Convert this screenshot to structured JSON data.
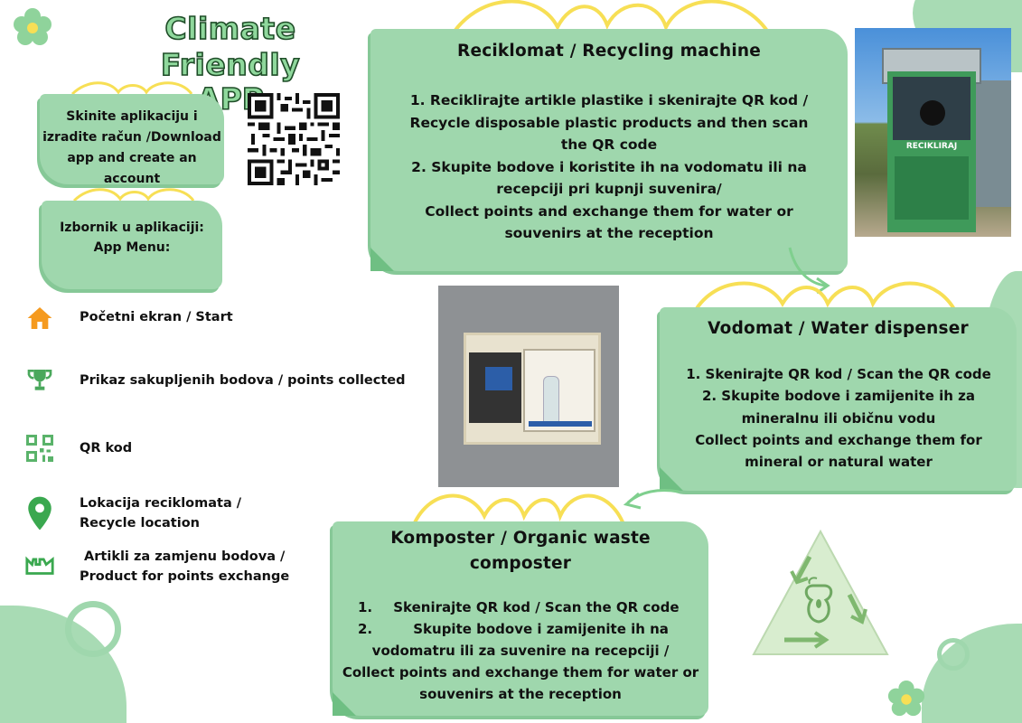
{
  "app_title_line1": "Climate Friendly",
  "app_title_line2": "APP",
  "download": {
    "text": "Skinite aplikaciju i izradite račun /Download app and create an account"
  },
  "menu_box": {
    "line1": "Izbornik u aplikaciji:",
    "line2": "App Menu:"
  },
  "menu_items": [
    {
      "icon": "home-icon",
      "label": "Početni ekran / Start"
    },
    {
      "icon": "trophy-icon",
      "label": "Prikaz sakupljenih bodova / points collected"
    },
    {
      "icon": "qr-code-icon",
      "label": "QR kod"
    },
    {
      "icon": "location-pin-icon",
      "label_line1": "Lokacija reciklomata  /",
      "label_line2": "Recycle location"
    },
    {
      "icon": "crown-icon",
      "label_line1": " Artikli za zamjenu bodova /",
      "label_line2": "Product for points exchange"
    }
  ],
  "reciklomat": {
    "title": "Reciklomat / Recycling machine",
    "lines": [
      "1. Reciklirajte artikle plastike i skenirajte QR kod /",
      "Recycle disposable plastic products and then scan",
      "the QR code",
      "2. Skupite bodove i koristite ih na vodomatu ili na",
      "recepciji pri kupnji suvenira/",
      "Collect points and exchange them for water or",
      "souvenirs at the reception"
    ],
    "photo_sign": "RECIKLIRAJ"
  },
  "vodomat": {
    "title": "Vodomat / Water dispenser",
    "lines": [
      "1. Skenirajte QR kod / Scan the QR code",
      "2. Skupite bodove i zamijenite ih za",
      "mineralnu ili običnu vodu",
      "Collect points and exchange them for",
      "mineral or natural water"
    ]
  },
  "komposter": {
    "title_line1": "Komposter / Organic waste",
    "title_line2": "composter",
    "item1_num": "1.",
    "item1_text": "Skenirajte QR kod  / Scan the QR code",
    "item2_num": "2.",
    "item2_text": "Skupite  bodove i zamijenite ih na",
    "lines": [
      "vodomatru ili za suvenire na recepciji /",
      "Collect points and exchange them for water or",
      "souvenirs at the reception"
    ]
  },
  "colors": {
    "card": "#9fd7ad",
    "card_dark": "#6fbf83",
    "accent_yellow": "#f7df55",
    "title_green": "#7fcf8e",
    "blob": "#a8dbb4"
  }
}
